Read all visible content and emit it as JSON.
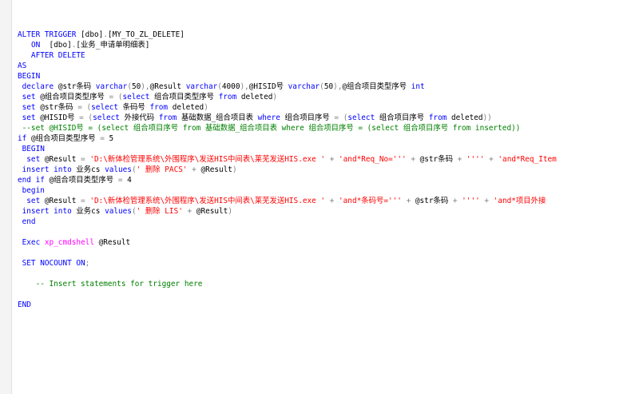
{
  "editor": {
    "lines": [
      {
        "tokens": [
          {
            "t": "ALTER TRIGGER ",
            "c": "kw"
          },
          {
            "t": "[dbo]",
            "c": "id"
          },
          {
            "t": ".",
            "c": "gr"
          },
          {
            "t": "[MY_TO_ZL_DELETE]",
            "c": "id"
          }
        ]
      },
      {
        "tokens": [
          {
            "t": "   ",
            "c": "id"
          },
          {
            "t": "ON",
            "c": "kw"
          },
          {
            "t": "  [dbo]",
            "c": "id"
          },
          {
            "t": ".",
            "c": "gr"
          },
          {
            "t": "[业务_申请单明细表]",
            "c": "id"
          }
        ]
      },
      {
        "tokens": [
          {
            "t": "   AFTER DELETE",
            "c": "kw"
          }
        ]
      },
      {
        "tokens": [
          {
            "t": "AS",
            "c": "kw"
          }
        ]
      },
      {
        "tokens": [
          {
            "t": "BEGIN",
            "c": "kw"
          }
        ]
      },
      {
        "tokens": [
          {
            "t": " declare ",
            "c": "kw"
          },
          {
            "t": "@str条码 ",
            "c": "id"
          },
          {
            "t": "varchar",
            "c": "kw"
          },
          {
            "t": "(",
            "c": "gr"
          },
          {
            "t": "50",
            "c": "id"
          },
          {
            "t": "),",
            "c": "gr"
          },
          {
            "t": "@Result ",
            "c": "id"
          },
          {
            "t": "varchar",
            "c": "kw"
          },
          {
            "t": "(",
            "c": "gr"
          },
          {
            "t": "4000",
            "c": "id"
          },
          {
            "t": "),",
            "c": "gr"
          },
          {
            "t": "@HISID号 ",
            "c": "id"
          },
          {
            "t": "varchar",
            "c": "kw"
          },
          {
            "t": "(",
            "c": "gr"
          },
          {
            "t": "50",
            "c": "id"
          },
          {
            "t": "),",
            "c": "gr"
          },
          {
            "t": "@组合项目类型序号 ",
            "c": "id"
          },
          {
            "t": "int",
            "c": "kw"
          }
        ]
      },
      {
        "tokens": [
          {
            "t": " set ",
            "c": "kw"
          },
          {
            "t": "@组合项目类型序号 ",
            "c": "id"
          },
          {
            "t": "= (",
            "c": "gr"
          },
          {
            "t": "select ",
            "c": "kw"
          },
          {
            "t": "组合项目类型序号 ",
            "c": "id"
          },
          {
            "t": "from ",
            "c": "kw"
          },
          {
            "t": "deleted",
            "c": "id"
          },
          {
            "t": ")",
            "c": "gr"
          }
        ]
      },
      {
        "tokens": [
          {
            "t": " set ",
            "c": "kw"
          },
          {
            "t": "@str条码 ",
            "c": "id"
          },
          {
            "t": "= (",
            "c": "gr"
          },
          {
            "t": "select ",
            "c": "kw"
          },
          {
            "t": "条码号 ",
            "c": "id"
          },
          {
            "t": "from ",
            "c": "kw"
          },
          {
            "t": "deleted",
            "c": "id"
          },
          {
            "t": ")",
            "c": "gr"
          }
        ]
      },
      {
        "tokens": [
          {
            "t": " set ",
            "c": "kw"
          },
          {
            "t": "@HISID号 ",
            "c": "id"
          },
          {
            "t": "= (",
            "c": "gr"
          },
          {
            "t": "select ",
            "c": "kw"
          },
          {
            "t": "外接代码 ",
            "c": "id"
          },
          {
            "t": "from ",
            "c": "kw"
          },
          {
            "t": "基础数据_组合项目表 ",
            "c": "id"
          },
          {
            "t": "where ",
            "c": "kw"
          },
          {
            "t": "组合项目序号 ",
            "c": "id"
          },
          {
            "t": "= (",
            "c": "gr"
          },
          {
            "t": "select ",
            "c": "kw"
          },
          {
            "t": "组合项目序号 ",
            "c": "id"
          },
          {
            "t": "from ",
            "c": "kw"
          },
          {
            "t": "deleted",
            "c": "id"
          },
          {
            "t": "))",
            "c": "gr"
          }
        ]
      },
      {
        "tokens": [
          {
            "t": " --set @HISID号 = (select 组合项目序号 from 基础数据_组合项目表 where 组合项目序号 = (select 组合项目序号 from inserted))",
            "c": "cm"
          }
        ]
      },
      {
        "tokens": [
          {
            "t": "if ",
            "c": "kw"
          },
          {
            "t": "@组合项目类型序号 ",
            "c": "id"
          },
          {
            "t": "= ",
            "c": "gr"
          },
          {
            "t": "5",
            "c": "id"
          }
        ]
      },
      {
        "tokens": [
          {
            "t": " BEGIN",
            "c": "kw"
          }
        ]
      },
      {
        "tokens": [
          {
            "t": "  set ",
            "c": "kw"
          },
          {
            "t": "@Result ",
            "c": "id"
          },
          {
            "t": "= ",
            "c": "gr"
          },
          {
            "t": "'D:\\新体检管理系统\\外围程序\\发送HIS中间表\\莱芜发送HIS.exe '",
            "c": "str"
          },
          {
            "t": " + ",
            "c": "gr"
          },
          {
            "t": "'and*Req_No='''",
            "c": "str"
          },
          {
            "t": " + ",
            "c": "gr"
          },
          {
            "t": "@str条码",
            "c": "id"
          },
          {
            "t": " + ",
            "c": "gr"
          },
          {
            "t": "''''",
            "c": "str"
          },
          {
            "t": " + ",
            "c": "gr"
          },
          {
            "t": "'and*Req_Item",
            "c": "str"
          }
        ]
      },
      {
        "tokens": [
          {
            "t": " insert into ",
            "c": "kw"
          },
          {
            "t": "业务cs ",
            "c": "id"
          },
          {
            "t": "values",
            "c": "kw"
          },
          {
            "t": "(",
            "c": "gr"
          },
          {
            "t": "' 删除 PACS'",
            "c": "str"
          },
          {
            "t": " + ",
            "c": "gr"
          },
          {
            "t": "@Result",
            "c": "id"
          },
          {
            "t": ")",
            "c": "gr"
          }
        ]
      },
      {
        "tokens": [
          {
            "t": "end if ",
            "c": "kw"
          },
          {
            "t": "@组合项目类型序号 ",
            "c": "id"
          },
          {
            "t": "= ",
            "c": "gr"
          },
          {
            "t": "4",
            "c": "id"
          }
        ]
      },
      {
        "tokens": [
          {
            "t": " begin",
            "c": "kw"
          }
        ]
      },
      {
        "tokens": [
          {
            "t": "  set ",
            "c": "kw"
          },
          {
            "t": "@Result ",
            "c": "id"
          },
          {
            "t": "= ",
            "c": "gr"
          },
          {
            "t": "'D:\\新体检管理系统\\外围程序\\发送HIS中间表\\莱芜发送HIS.exe '",
            "c": "str"
          },
          {
            "t": " + ",
            "c": "gr"
          },
          {
            "t": "'and*条码号='''",
            "c": "str"
          },
          {
            "t": " + ",
            "c": "gr"
          },
          {
            "t": "@str条码",
            "c": "id"
          },
          {
            "t": " + ",
            "c": "gr"
          },
          {
            "t": "''''",
            "c": "str"
          },
          {
            "t": " + ",
            "c": "gr"
          },
          {
            "t": "'and*项目外接",
            "c": "str"
          }
        ]
      },
      {
        "tokens": [
          {
            "t": " insert into ",
            "c": "kw"
          },
          {
            "t": "业务cs ",
            "c": "id"
          },
          {
            "t": "values",
            "c": "kw"
          },
          {
            "t": "(",
            "c": "gr"
          },
          {
            "t": "' 删除 LIS'",
            "c": "str"
          },
          {
            "t": " + ",
            "c": "gr"
          },
          {
            "t": "@Result",
            "c": "id"
          },
          {
            "t": ")",
            "c": "gr"
          }
        ]
      },
      {
        "tokens": [
          {
            "t": " end",
            "c": "kw"
          }
        ]
      },
      {
        "tokens": []
      },
      {
        "tokens": [
          {
            "t": " Exec ",
            "c": "kw"
          },
          {
            "t": "xp_cmdshell ",
            "c": "fn"
          },
          {
            "t": "@Result",
            "c": "id"
          }
        ]
      },
      {
        "tokens": []
      },
      {
        "tokens": [
          {
            "t": " SET NOCOUNT ON",
            "c": "kw"
          },
          {
            "t": ";",
            "c": "gr"
          }
        ]
      },
      {
        "tokens": []
      },
      {
        "tokens": [
          {
            "t": "    -- Insert statements for trigger here",
            "c": "cm"
          }
        ]
      },
      {
        "tokens": []
      },
      {
        "tokens": [
          {
            "t": "END",
            "c": "kw"
          }
        ]
      }
    ]
  }
}
